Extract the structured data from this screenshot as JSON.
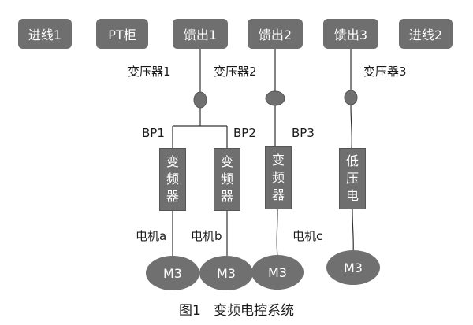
{
  "top_row": {
    "incoming_1": "进线1",
    "pt_cabinet": "PT柜",
    "feeder_1": "馈出1",
    "feeder_2": "馈出2",
    "feeder_3": "馈出3",
    "incoming_2": "进线2"
  },
  "transformers": {
    "t1": "变压器1",
    "t2": "变压器2",
    "t3": "变压器3"
  },
  "branches": {
    "bp1": "BP1",
    "bp2": "BP2",
    "bp3": "BP3"
  },
  "devices": {
    "vfd_1": [
      "变",
      "频",
      "器"
    ],
    "vfd_2": [
      "变",
      "频",
      "器"
    ],
    "vfd_3": [
      "变",
      "频",
      "器"
    ],
    "low_voltage": [
      "低",
      "压",
      "电"
    ]
  },
  "motor_labels": {
    "a": "电机a",
    "b": "电机b",
    "c": "电机c"
  },
  "motors": {
    "m1": "M3",
    "m2": "M3",
    "m3": "M3",
    "m4": "M3"
  },
  "caption": {
    "number": "图1",
    "title": "变频电控系统"
  },
  "colors": {
    "box_fill": "#6f6f6f",
    "line": "#333333",
    "text": "#1a1a1a"
  }
}
